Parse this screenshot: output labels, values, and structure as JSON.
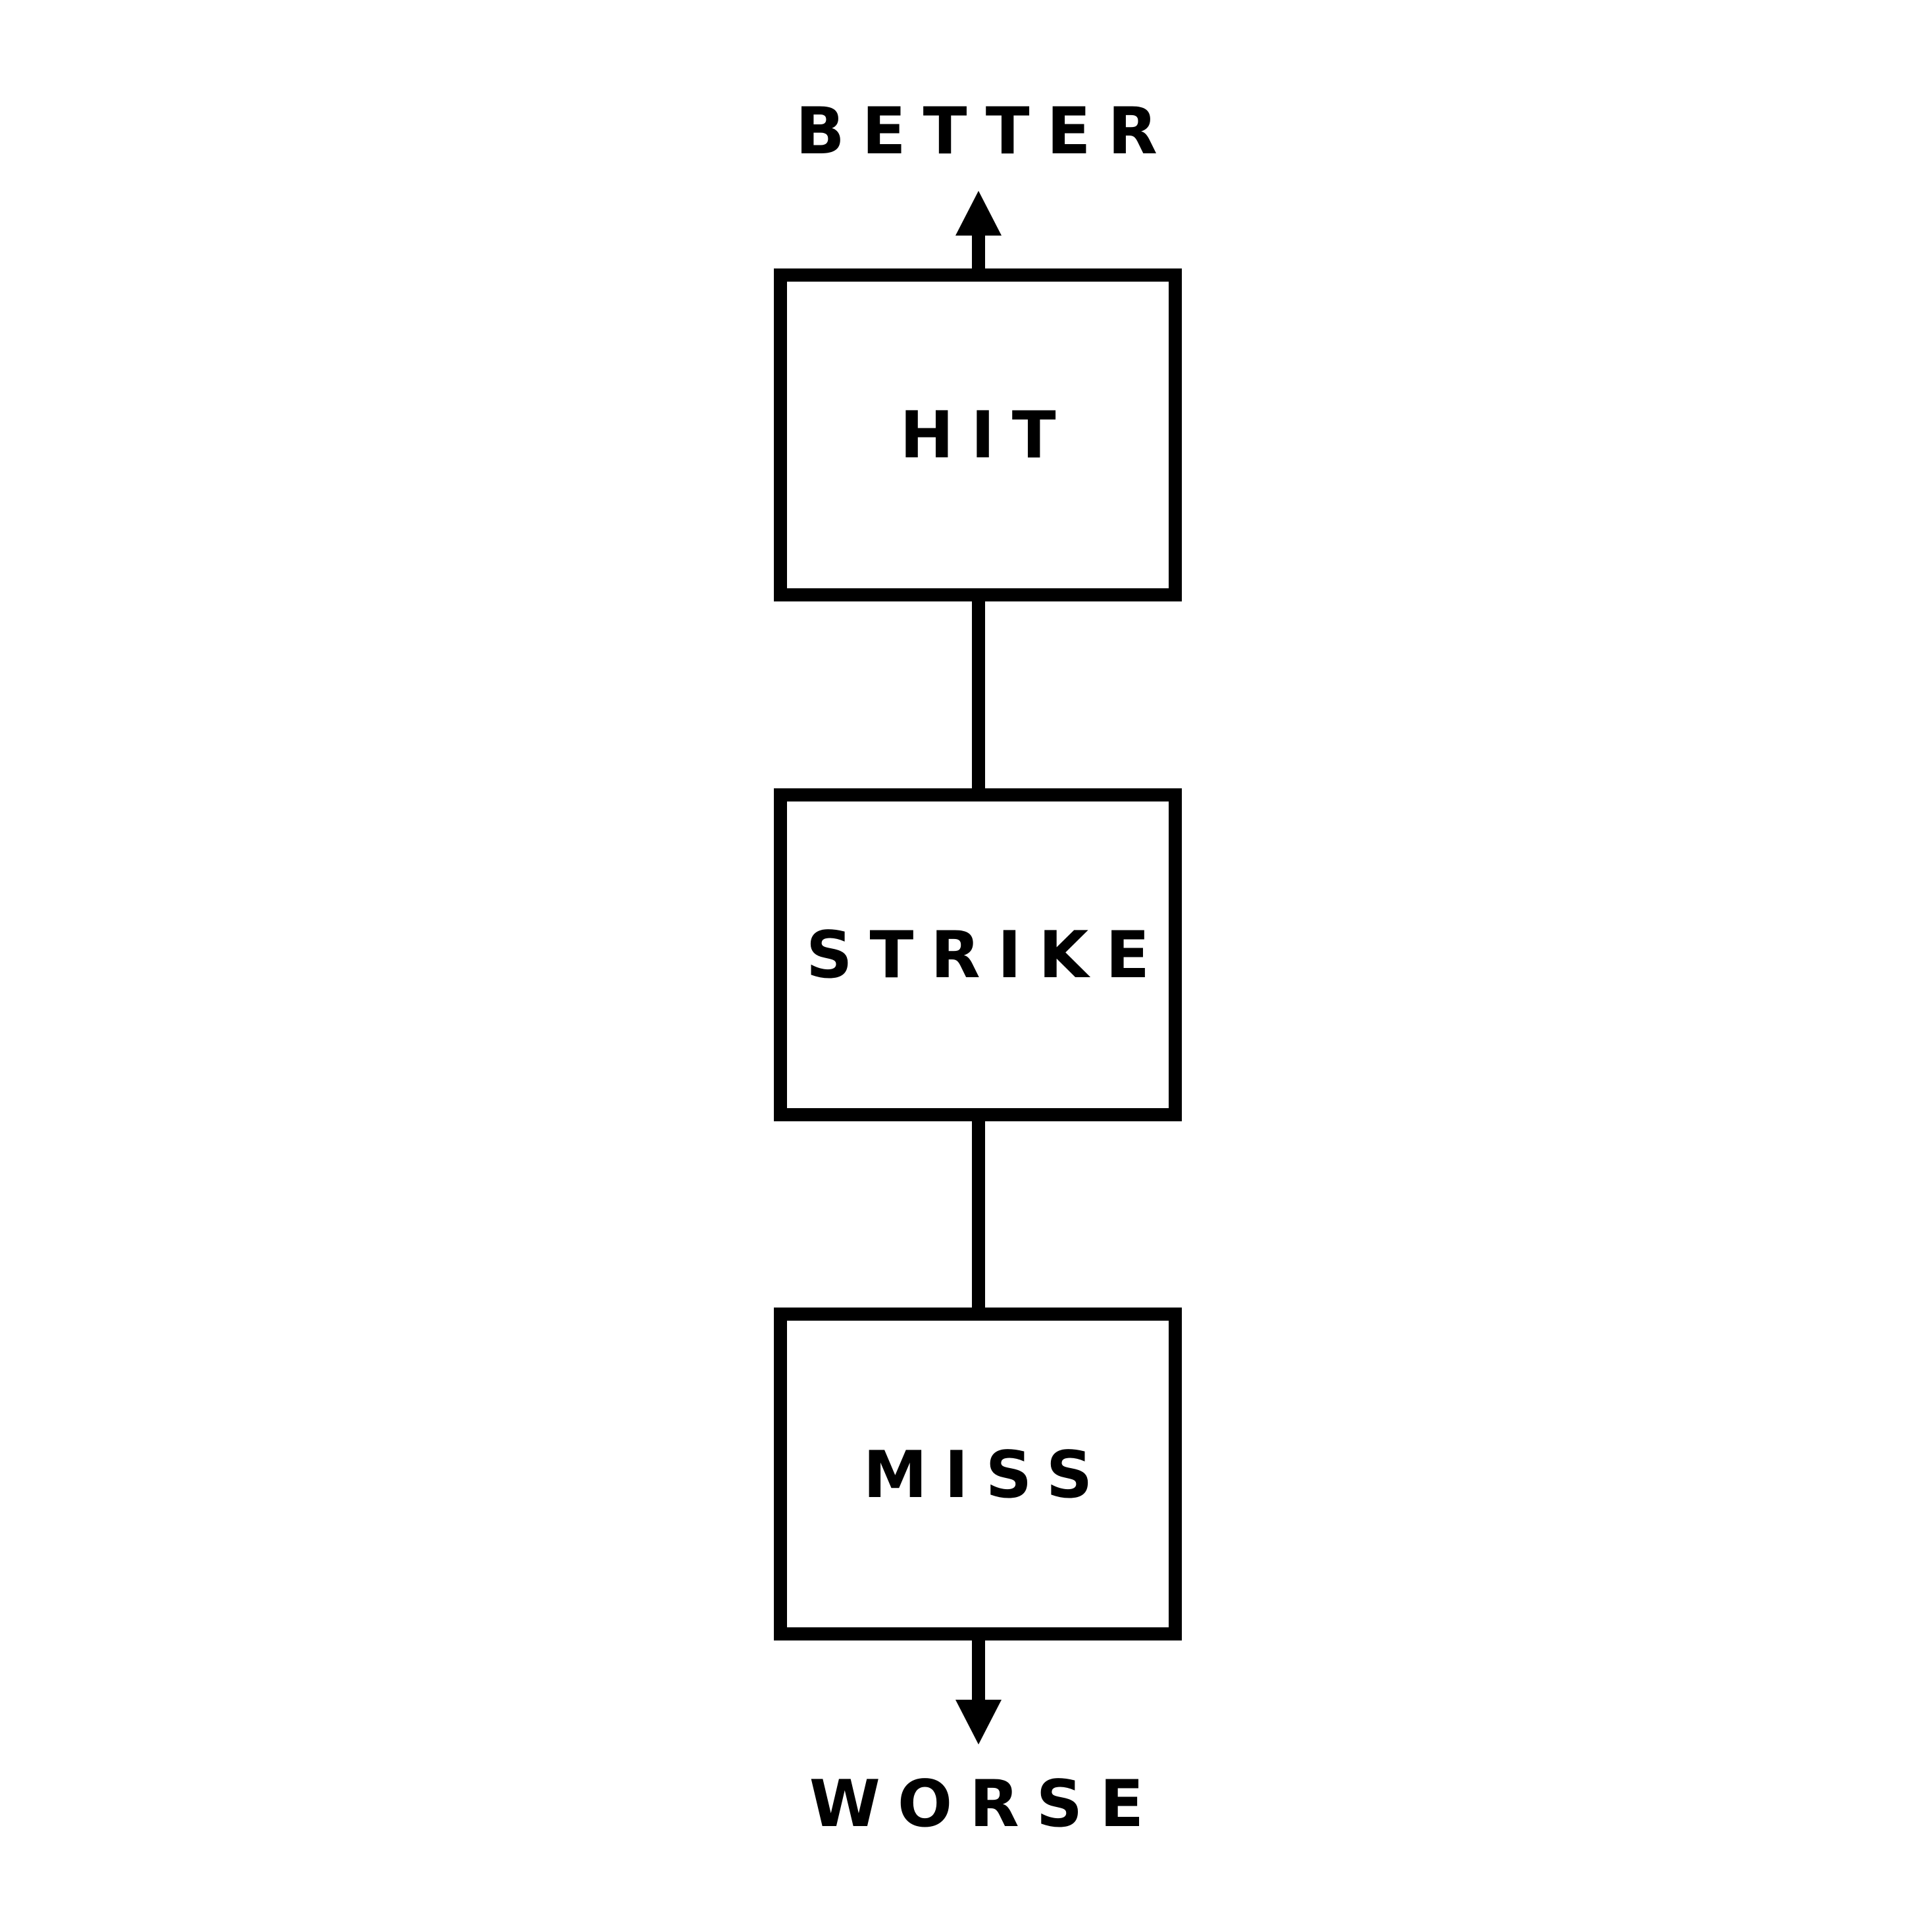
{
  "diagram": {
    "top_label": "BETTER",
    "bottom_label": "WORSE",
    "boxes": [
      {
        "label": "HIT"
      },
      {
        "label": "STRIKE"
      },
      {
        "label": "MISS"
      }
    ]
  },
  "colors": {
    "stroke": "#000000",
    "background": "#ffffff"
  }
}
